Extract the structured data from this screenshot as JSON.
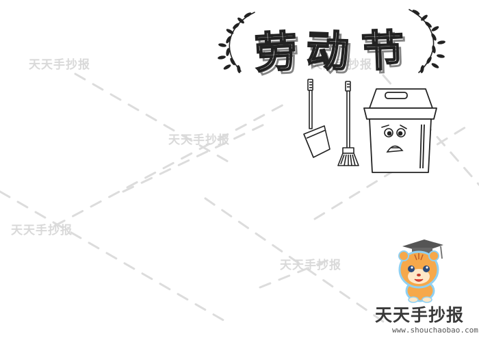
{
  "title": {
    "chars": [
      "劳",
      "动",
      "节"
    ]
  },
  "watermarks": [
    "天天手抄报",
    "天天手抄报",
    "天天手抄报",
    "天天手抄报",
    "天天手抄报"
  ],
  "brand": {
    "name": "天天手抄报",
    "url": "www.shouchaobao.com"
  },
  "colors": {
    "line": "#222222",
    "dash": "#dcdcdc",
    "watermark": "#d9d9d9",
    "mascot_orange": "#f6a84a",
    "mascot_blue": "#8fd0f2"
  },
  "icons": [
    "branch-icon",
    "dustpan-icon",
    "broom-icon",
    "trash-can-icon",
    "tiger-mascot-icon"
  ]
}
